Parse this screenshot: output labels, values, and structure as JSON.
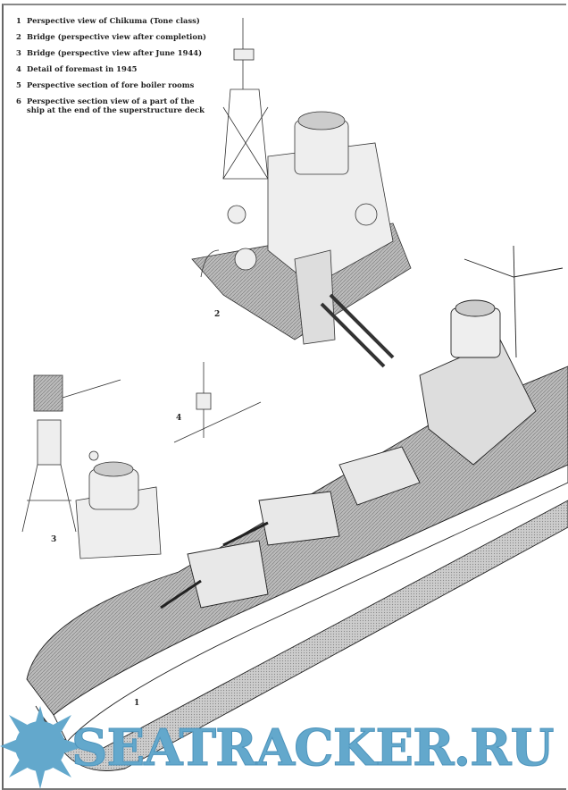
{
  "captions": [
    {
      "num": "1",
      "text": "Perspective view of Chikuma (Tone class)"
    },
    {
      "num": "2",
      "text": "Bridge (perspective view after completion)"
    },
    {
      "num": "3",
      "text": "Bridge (perspective view after June 1944)"
    },
    {
      "num": "4",
      "text": "Detail of foremast in 1945"
    },
    {
      "num": "5",
      "text": "Perspective section of fore boiler rooms"
    },
    {
      "num": "6",
      "text": "Perspective section view of a part of the ship at the end of the superstructure deck"
    }
  ],
  "figure_labels": {
    "fig1": "1",
    "fig2": "2",
    "fig3": "3",
    "fig4": "4"
  },
  "watermark": {
    "text": "SEATRACKER.RU",
    "color": "#63a8cc"
  }
}
